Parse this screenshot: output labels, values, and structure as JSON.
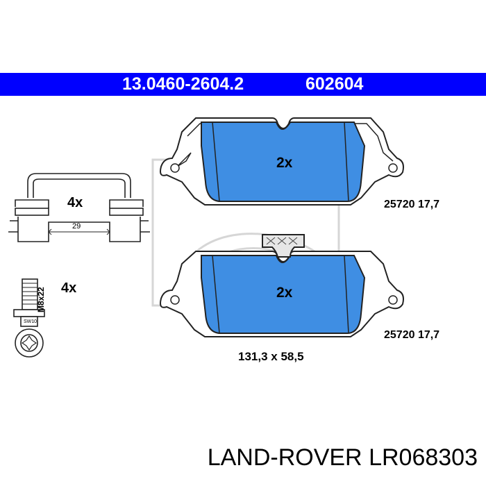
{
  "header": {
    "part_number": "13.0460-2604.2",
    "code": "602604",
    "background": "#0000ff",
    "text_color": "#ffffff"
  },
  "pads": {
    "fill_color": "#3f8ee3",
    "top": {
      "quantity": "2x",
      "spec": "25720 17,7"
    },
    "bottom": {
      "quantity": "2x",
      "spec": "25720 17,7"
    },
    "dimensions": "131,3 x 58,5"
  },
  "clip": {
    "quantity": "4x",
    "dimension": "29"
  },
  "bolt": {
    "quantity": "4x",
    "size": "M8x22",
    "head_label": "SW10"
  },
  "footer": {
    "brand": "LAND-ROVER",
    "part": "LR068303"
  }
}
